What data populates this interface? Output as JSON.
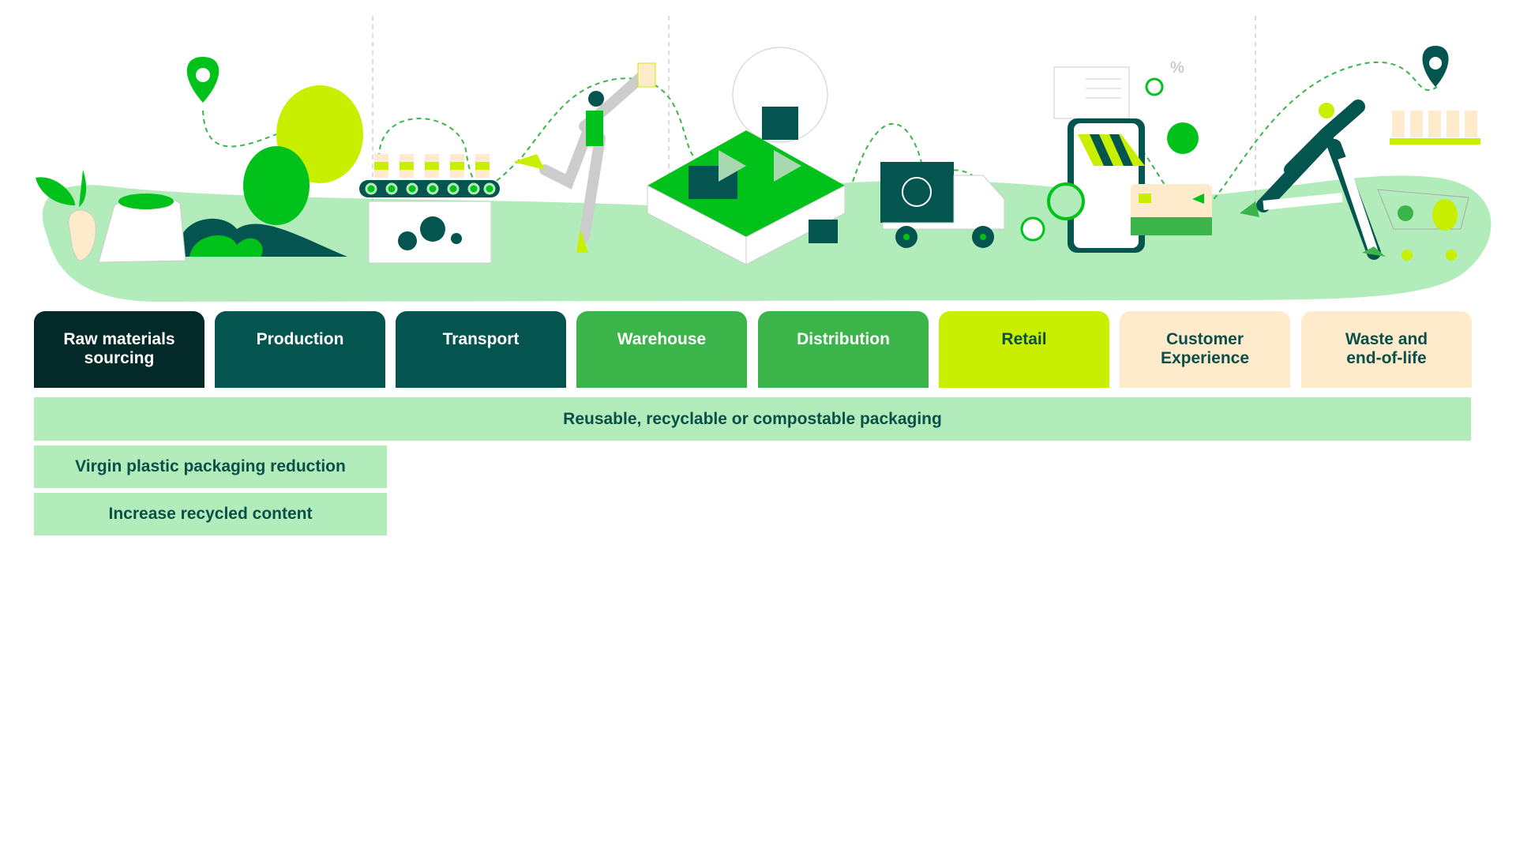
{
  "stages": [
    {
      "label": "Raw materials sourcing",
      "bg": "#032a28",
      "fg": "#ffffff"
    },
    {
      "label": "Production",
      "bg": "#04544f",
      "fg": "#ffffff"
    },
    {
      "label": "Transport",
      "bg": "#04544f",
      "fg": "#ffffff"
    },
    {
      "label": "Warehouse",
      "bg": "#3bb54a",
      "fg": "#ffffff"
    },
    {
      "label": "Distribution",
      "bg": "#3bb54a",
      "fg": "#ffffff"
    },
    {
      "label": "Retail",
      "bg": "#c8ef00",
      "fg": "#0b4f4a"
    },
    {
      "label": "Customer Experience",
      "bg": "#fdebcb",
      "fg": "#0b4f4a"
    },
    {
      "label": "Waste and end-of-life",
      "bg": "#fdebcb",
      "fg": "#0b4f4a"
    }
  ],
  "initiatives": {
    "packaging": "Reusable, recyclable or compostable packaging",
    "virgin_plastic": "Virgin plastic packaging reduction",
    "recycled_content": "Increase recycled content"
  },
  "illustration": {
    "percent_sign": "%",
    "colors": {
      "hill": "#b2ecbb",
      "dark": "#04544f",
      "green": "#00c21a",
      "lime": "#c8ef00",
      "cream": "#fdebcb"
    }
  }
}
